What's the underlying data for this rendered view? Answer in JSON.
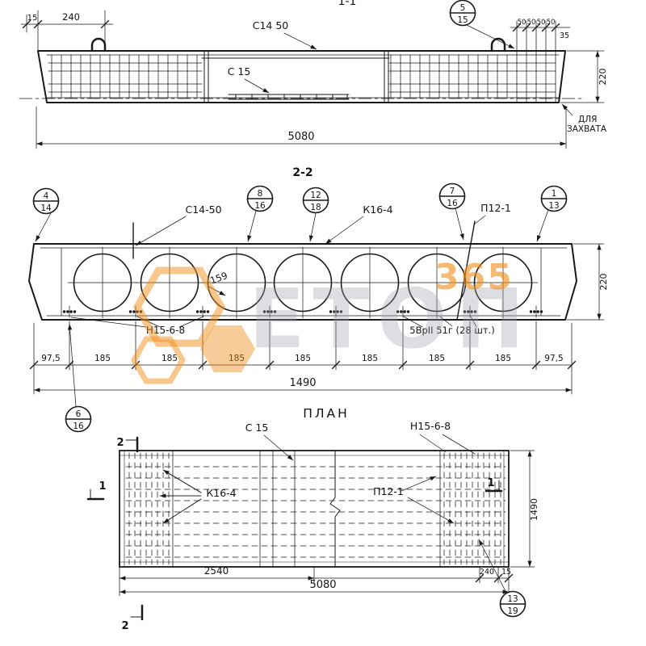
{
  "watermark": {
    "text": "ЕТОП",
    "badge": "365"
  },
  "view1": {
    "title": "1-1",
    "dim_15": "15",
    "dim_240": "240",
    "label_c14": "С14 50",
    "label_c15": "С 15",
    "callout_5": {
      "num": "5",
      "den": "15"
    },
    "dims_50": [
      "50",
      "50",
      "50",
      "50"
    ],
    "dim_35": "35",
    "dim_220": "220",
    "dim_5080": "5080",
    "note_line1": "ДЛЯ",
    "note_line2": "ЗАХВАТА"
  },
  "view2": {
    "title": "2-2",
    "callout_4": {
      "num": "4",
      "den": "14"
    },
    "callout_8": {
      "num": "8",
      "den": "16"
    },
    "callout_12": {
      "num": "12",
      "den": "18"
    },
    "callout_7": {
      "num": "7",
      "den": "16"
    },
    "callout_1": {
      "num": "1",
      "den": "13"
    },
    "callout_6": {
      "num": "6",
      "den": "16"
    },
    "label_c14_50": "С14-50",
    "label_k16_4": "К16-4",
    "label_p12_1": "П12-1",
    "label_dia": "159",
    "label_h15": "Н15-6-8",
    "label_rebar": "5ВрII 51г (28 шт.)",
    "dim_left": "97,5",
    "dim_seg": [
      "185",
      "185",
      "185",
      "185",
      "185",
      "185",
      "185"
    ],
    "dim_right": "97,5",
    "dim_total": "1490",
    "dim_220": "220"
  },
  "plan": {
    "title": "ПЛАН",
    "label_c15": "С 15",
    "label_h15": "Н15-6-8",
    "label_k16": "К16-4",
    "label_p12": "П12-1",
    "dim_2540": "2540",
    "dim_5080": "5080",
    "dim_240": "240",
    "dim_15": "15",
    "dim_1490": "1490",
    "callout_13": {
      "num": "13",
      "den": "19"
    },
    "sec_1": "1",
    "sec_2": "2"
  }
}
